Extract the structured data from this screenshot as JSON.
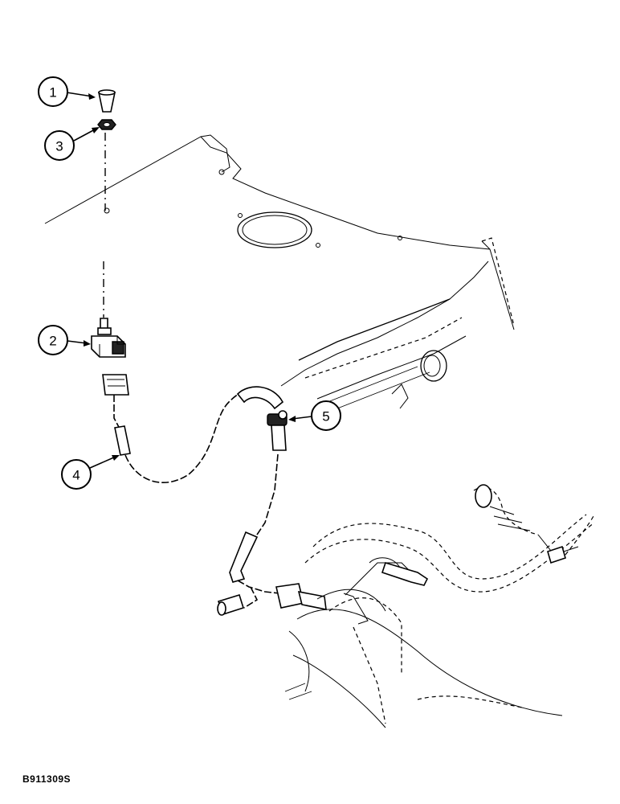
{
  "callouts": [
    {
      "label": "1",
      "part": "cap"
    },
    {
      "label": "3",
      "part": "nut"
    },
    {
      "label": "2",
      "part": "switch"
    },
    {
      "label": "4",
      "part": "harness"
    },
    {
      "label": "5",
      "part": "clamp"
    }
  ],
  "figure_id": "B911309S"
}
